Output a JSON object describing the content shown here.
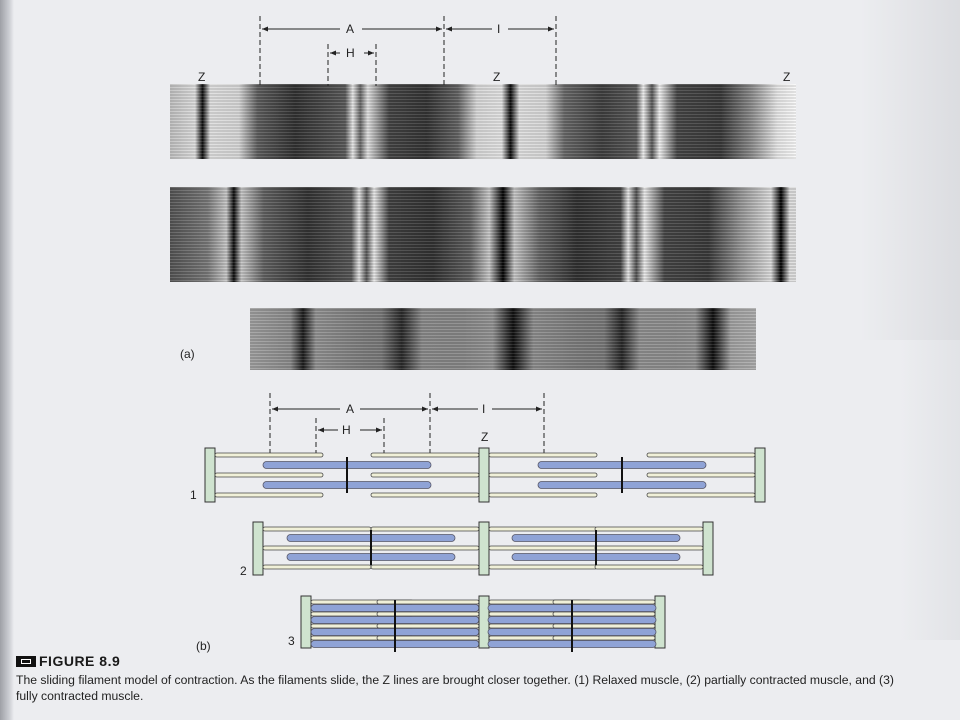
{
  "panel_a": {
    "label": "(a)",
    "z_labels": [
      "Z",
      "Z",
      "Z"
    ],
    "dim_labels": {
      "a_band": "A",
      "i_band": "I",
      "h_zone": "H"
    }
  },
  "panel_b": {
    "label": "(b)",
    "z_label": "Z",
    "dim_labels": {
      "a_band": "A",
      "i_band": "I",
      "h_zone": "H"
    },
    "rows": [
      {
        "number": "1",
        "state": "relaxed"
      },
      {
        "number": "2",
        "state": "partially-contracted"
      },
      {
        "number": "3",
        "state": "fully-contracted"
      }
    ]
  },
  "colors": {
    "thick_filament": "#8fa3d6",
    "thin_filament": "#f0f0d8",
    "z_disc": "#cfe3cf",
    "micrograph_dark": "#1a1a1a",
    "micrograph_light": "#e2e2e2"
  },
  "caption": {
    "figure": "FIGURE 8.9",
    "text": "The sliding filament model of contraction. As the filaments slide, the Z lines are brought closer together. (1) Relaxed muscle, (2) partially contracted muscle, and (3) fully contracted muscle."
  }
}
